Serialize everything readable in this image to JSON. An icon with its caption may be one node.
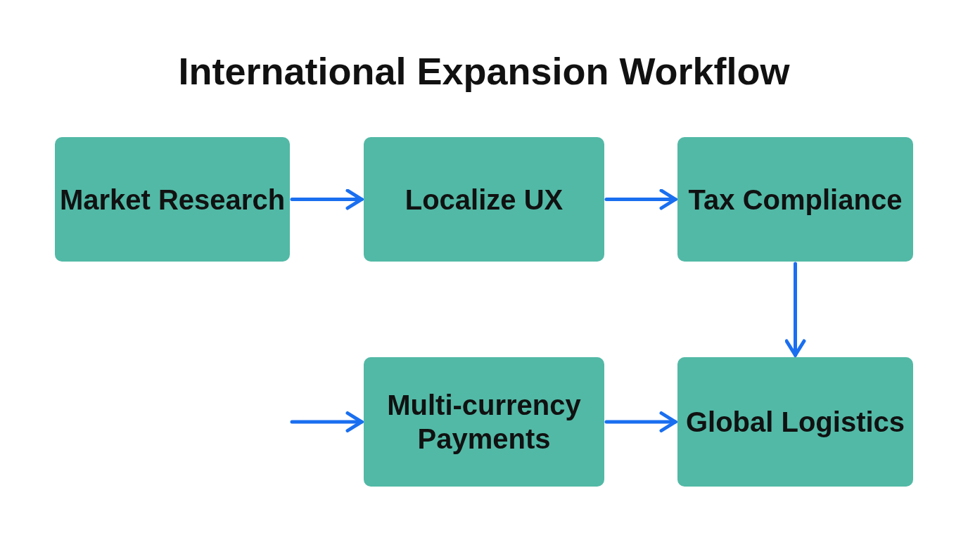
{
  "diagram": {
    "title": "International Expansion Workflow",
    "nodes": [
      {
        "text": [
          "Market Research"
        ]
      },
      {
        "text": [
          "Localize UX"
        ]
      },
      {
        "text": [
          "Tax Compliance"
        ]
      },
      {
        "text": [
          "Multi-currency Payments"
        ]
      },
      {
        "text": [
          "Global Logistics"
        ]
      }
    ],
    "edges": [
      {
        "from": 0,
        "to": 1,
        "arrow": "to"
      },
      {
        "from": 1,
        "to": 2,
        "arrow": "to"
      },
      {
        "from": 2,
        "to": 4,
        "arrow": "to"
      },
      {
        "from": null,
        "to": 3,
        "arrow": "to"
      },
      {
        "from": 3,
        "to": 4,
        "arrow": "to"
      }
    ]
  }
}
